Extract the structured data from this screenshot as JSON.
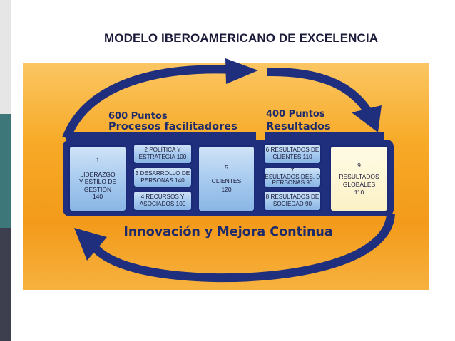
{
  "slide": {
    "title": "MODELO IBEROAMERICANO DE EXCELENCIA"
  },
  "diagram": {
    "facilitators": {
      "points": "600 Puntos",
      "title": "Procesos facilitadores"
    },
    "results": {
      "points": "400 Puntos",
      "title": "Resultados"
    },
    "boxes": {
      "leadership": [
        "1",
        "LIDERAZGO",
        "Y ESTILO DE",
        "GESTIÓN",
        "140"
      ],
      "policy": [
        "2 POLÍTICA Y",
        "ESTRATEGIA 100"
      ],
      "people": [
        "3 DESARROLLO DE",
        "PERSONAS 140"
      ],
      "resources": [
        "4 RECURSOS Y",
        "ASOCIADOS 100"
      ],
      "clients": [
        "5",
        "CLIENTES",
        "120"
      ],
      "client_results": [
        "6 RESULTADOS DE",
        "CLIENTES 110"
      ],
      "people_results": [
        "7",
        "RESULTADOS DES. DE",
        "PERSONAS 90"
      ],
      "society_results": [
        "8 RESULTADOS DE",
        "SOCIEDAD 90"
      ],
      "global_results": [
        "9",
        "RESULTADOS",
        "GLOBALES",
        "110"
      ]
    },
    "improvement_label": "Innovación y Mejora Continua",
    "colors": {
      "navy": "#1f2f7e",
      "panel_orange": "#f7aa27",
      "box_blue": "#a5c9ee",
      "box_cream": "#fbf1c6"
    }
  }
}
